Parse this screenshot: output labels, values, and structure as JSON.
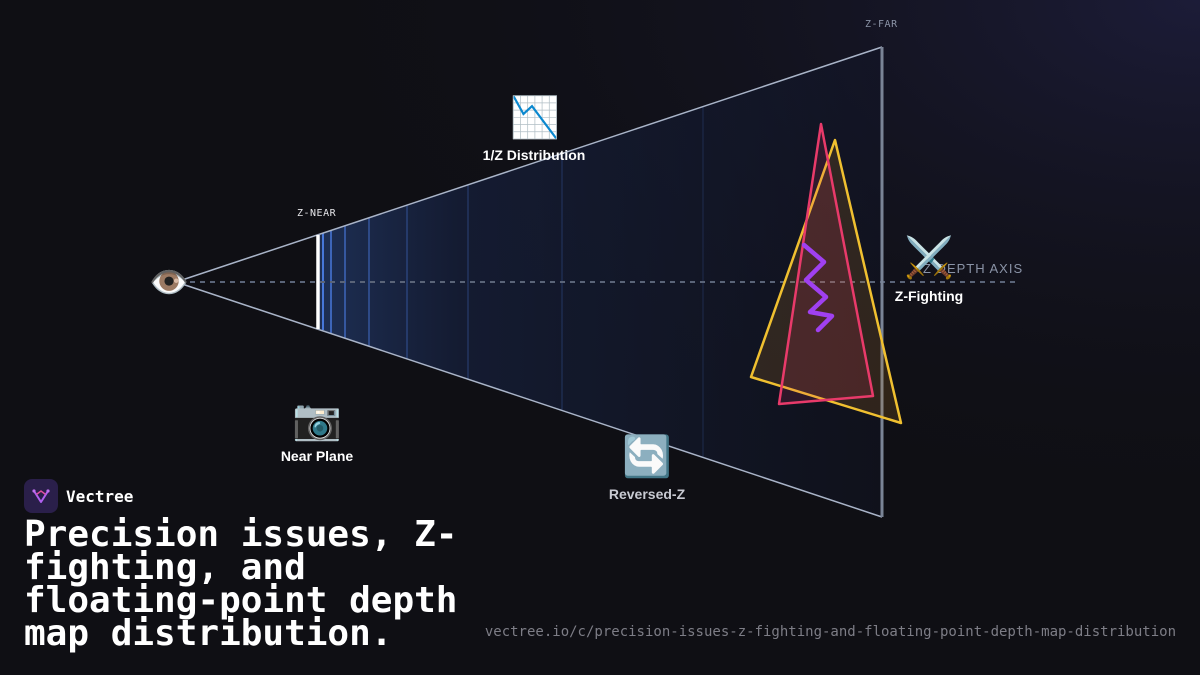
{
  "diagram": {
    "labels": {
      "z_far": "Z-FAR",
      "z_near": "Z-NEAR",
      "depth_axis": "Z DEPTH AXIS",
      "distribution": "1/Z Distribution",
      "near_plane": "Near Plane",
      "reversed_z": "Reversed-Z",
      "z_fighting": "Z-Fighting"
    },
    "icons": {
      "eye": "👁️",
      "chart": "📉",
      "camera": "📷",
      "reversed": "🔄",
      "swords": "⚔️"
    },
    "colors": {
      "background": "#0f0f14",
      "frustum_edge": "#a9b4c8",
      "precision_lines": "#4a7be0",
      "triangle_a": "#f0c030",
      "triangle_b": "#e83a6a",
      "zigzag": "#a040f0"
    }
  },
  "brand": {
    "name": "Vectree"
  },
  "headline": "Precision issues, Z-fighting, and floating-point depth map distribution.",
  "url": "vectree.io/c/precision-issues-z-fighting-and-floating-point-depth-map-distribution"
}
